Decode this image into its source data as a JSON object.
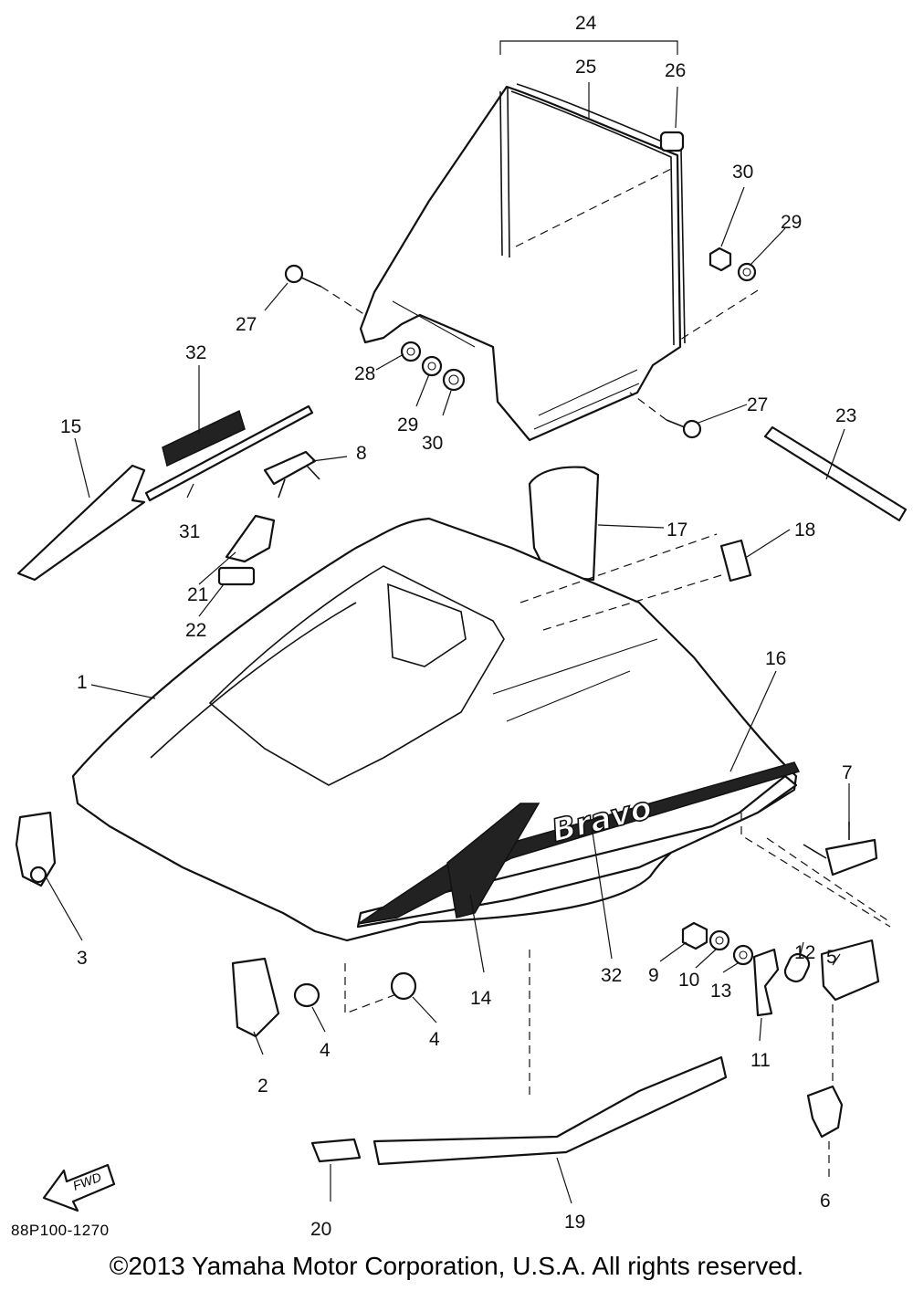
{
  "diagram": {
    "drawing_code": "88P100-1270",
    "fwd_label": "FWD",
    "brand_decal_text": "Bravo",
    "copyright": "©2013 Yamaha Motor Corporation, U.S.A. All rights reserved.",
    "callouts": [
      "24",
      "25",
      "26",
      "30",
      "29",
      "27",
      "32",
      "15",
      "8",
      "31",
      "21",
      "22",
      "28",
      "29",
      "30",
      "27",
      "23",
      "17",
      "18",
      "1",
      "16",
      "7",
      "3",
      "2",
      "4",
      "4",
      "14",
      "32",
      "9",
      "10",
      "13",
      "12",
      "5",
      "11",
      "6",
      "20",
      "19"
    ]
  }
}
